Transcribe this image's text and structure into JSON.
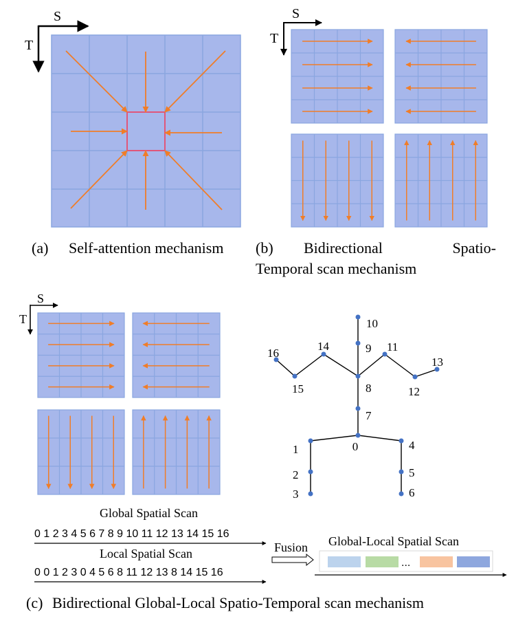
{
  "panel_a": {
    "axis_s": "S",
    "axis_t": "T",
    "caption_label": "(a)",
    "caption_text": "Self-attention mechanism"
  },
  "panel_b": {
    "axis_s": "S",
    "axis_t": "T",
    "caption_label": "(b)",
    "caption_word1": "Bidirectional",
    "caption_word2": "Spatio-",
    "caption_line2": "Temporal scan mechanism"
  },
  "panel_c": {
    "axis_s": "S",
    "axis_t": "T",
    "global_title": "Global Spatial Scan",
    "global_sequence": "0 1 2 3 4 5 6 7 8 9 10 11 12 13 14 15 16",
    "local_title": "Local Spatial Scan",
    "local_sequence": "0 0 1 2 3 0 4 5 6 8 11 12 13 8 14 15 16",
    "fusion_label": "Fusion",
    "fused_title": "Global-Local Spatial Scan",
    "fused_ellipsis": "...",
    "caption_label": "(c)",
    "caption_text": "Bidirectional Global-Local Spatio-Temporal scan mechanism"
  },
  "skeleton": {
    "joints": [
      {
        "id": "0"
      },
      {
        "id": "1"
      },
      {
        "id": "2"
      },
      {
        "id": "3"
      },
      {
        "id": "4"
      },
      {
        "id": "5"
      },
      {
        "id": "6"
      },
      {
        "id": "7"
      },
      {
        "id": "8"
      },
      {
        "id": "9"
      },
      {
        "id": "10"
      },
      {
        "id": "11"
      },
      {
        "id": "12"
      },
      {
        "id": "13"
      },
      {
        "id": "14"
      },
      {
        "id": "15"
      },
      {
        "id": "16"
      }
    ],
    "bones": [
      [
        0,
        1
      ],
      [
        1,
        2
      ],
      [
        2,
        3
      ],
      [
        0,
        4
      ],
      [
        4,
        5
      ],
      [
        5,
        6
      ],
      [
        0,
        7
      ],
      [
        7,
        8
      ],
      [
        8,
        9
      ],
      [
        9,
        10
      ],
      [
        8,
        11
      ],
      [
        11,
        12
      ],
      [
        12,
        13
      ],
      [
        8,
        14
      ],
      [
        14,
        15
      ],
      [
        15,
        16
      ]
    ]
  },
  "colors": {
    "grid_fill": "#a7b7eb",
    "grid_line": "#8aa6e0",
    "arrow": "#f07d28",
    "center_border": "#e0567a",
    "joint": "#4472c4",
    "bone": "#000000",
    "seg_light_blue": "#bcd3ed",
    "seg_green": "#b8dba5",
    "seg_peach": "#f8c4a0",
    "seg_blue": "#8ea7de"
  }
}
